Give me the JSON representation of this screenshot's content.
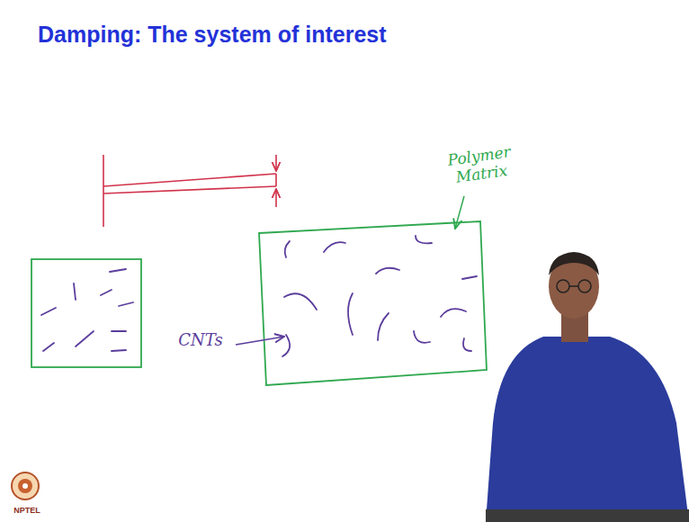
{
  "diagram": {
    "title": "Damping: The system of interest",
    "labels": [
      "Polymer Matrix",
      "CNTs",
      "NPTEL"
    ]
  }
}
